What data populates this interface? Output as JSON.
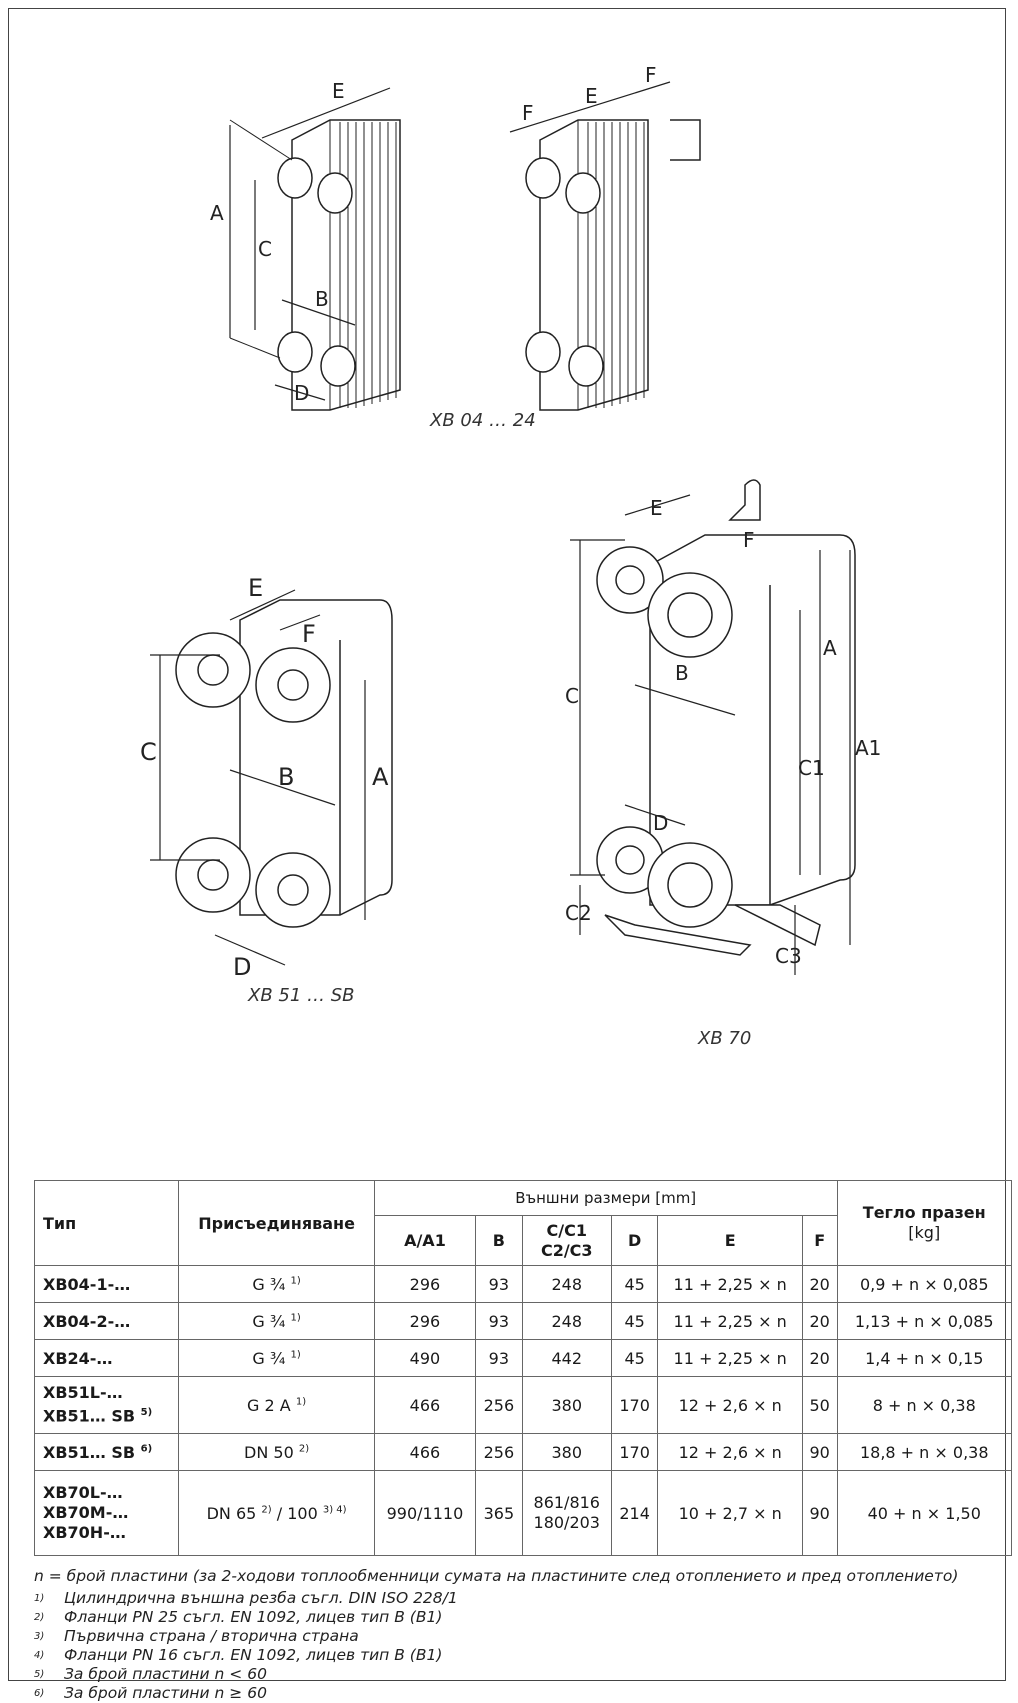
{
  "figures": {
    "fig1_caption": "XB 04 … 24",
    "fig2_caption": "XB 51 … SB",
    "fig3_caption": "XB 70",
    "labels": {
      "A": "A",
      "A1": "A1",
      "B": "B",
      "C": "C",
      "C1": "C1",
      "C2": "C2",
      "C3": "C3",
      "D": "D",
      "E": "E",
      "F": "F"
    }
  },
  "table": {
    "header": {
      "type": "Тип",
      "connection": "Присъединяване",
      "outer_dims": "Външни размери [mm]",
      "weight": "Тегло празен",
      "weight_unit": "[kg]",
      "cols": [
        "A/A1",
        "B",
        "C/C1",
        "C2/C3",
        "D",
        "E",
        "F"
      ]
    },
    "rows": [
      {
        "type": [
          "XB04-1-…"
        ],
        "conn": "G ¾",
        "conn_sup": "1)",
        "a": "296",
        "b": "93",
        "c": [
          "248"
        ],
        "d": "45",
        "e": "11 + 2,25 × n",
        "f": "20",
        "w": "0,9 + n × 0,085"
      },
      {
        "type": [
          "XB04-2-…"
        ],
        "conn": "G ¾",
        "conn_sup": "1)",
        "a": "296",
        "b": "93",
        "c": [
          "248"
        ],
        "d": "45",
        "e": "11 + 2,25 × n",
        "f": "20",
        "w": "1,13 + n × 0,085"
      },
      {
        "type": [
          "XB24-…"
        ],
        "conn": "G ¾",
        "conn_sup": "1)",
        "a": "490",
        "b": "93",
        "c": [
          "442"
        ],
        "d": "45",
        "e": "11 + 2,25 × n",
        "f": "20",
        "w": "1,4 + n × 0,15"
      },
      {
        "type": [
          "XB51L-…",
          "XB51… SB"
        ],
        "type_sup": "5)",
        "conn": "G 2  A",
        "conn_sup": "1)",
        "a": "466",
        "b": "256",
        "c": [
          "380"
        ],
        "d": "170",
        "e": "12 + 2,6 × n",
        "f": "50",
        "w": "8 + n × 0,38"
      },
      {
        "type": [
          "XB51… SB"
        ],
        "type_sup": "6)",
        "conn": "DN 50",
        "conn_sup": "2)",
        "a": "466",
        "b": "256",
        "c": [
          "380"
        ],
        "d": "170",
        "e": "12 + 2,6 × n",
        "f": "90",
        "w": "18,8 + n × 0,38"
      },
      {
        "type": [
          "XB70L-…",
          "XB70M-…",
          "XB70H-…"
        ],
        "conn": "DN 65",
        "conn_sup": "2)",
        "conn2": " / 100",
        "conn2_sup": "3) 4)",
        "a": "990/1110",
        "b": "365",
        "c": [
          "861/816",
          "180/203"
        ],
        "d": "214",
        "e": "10 + 2,7 × n",
        "f": "90",
        "w": "40 + n × 1,50"
      }
    ]
  },
  "notes": {
    "n_def": "n = брой пластини (за 2-ходови топлообменници сумата на пластините след отоплението и пред отоплението)",
    "footnotes": [
      {
        "mark": "1)",
        "text": "Цилиндрична външна резба съгл. DIN ISO 228/1"
      },
      {
        "mark": "2)",
        "text": "Фланци PN 25 съгл. EN 1092, лицев тип B (B1)"
      },
      {
        "mark": "3)",
        "text": "Първична страна / вторична страна"
      },
      {
        "mark": "4)",
        "text": "Фланци PN 16 съгл. EN 1092, лицев тип B (B1)"
      },
      {
        "mark": "5)",
        "text": "За брой пластини n < 60"
      },
      {
        "mark": "6)",
        "text": "За брой пластини n ≥ 60"
      }
    ]
  }
}
